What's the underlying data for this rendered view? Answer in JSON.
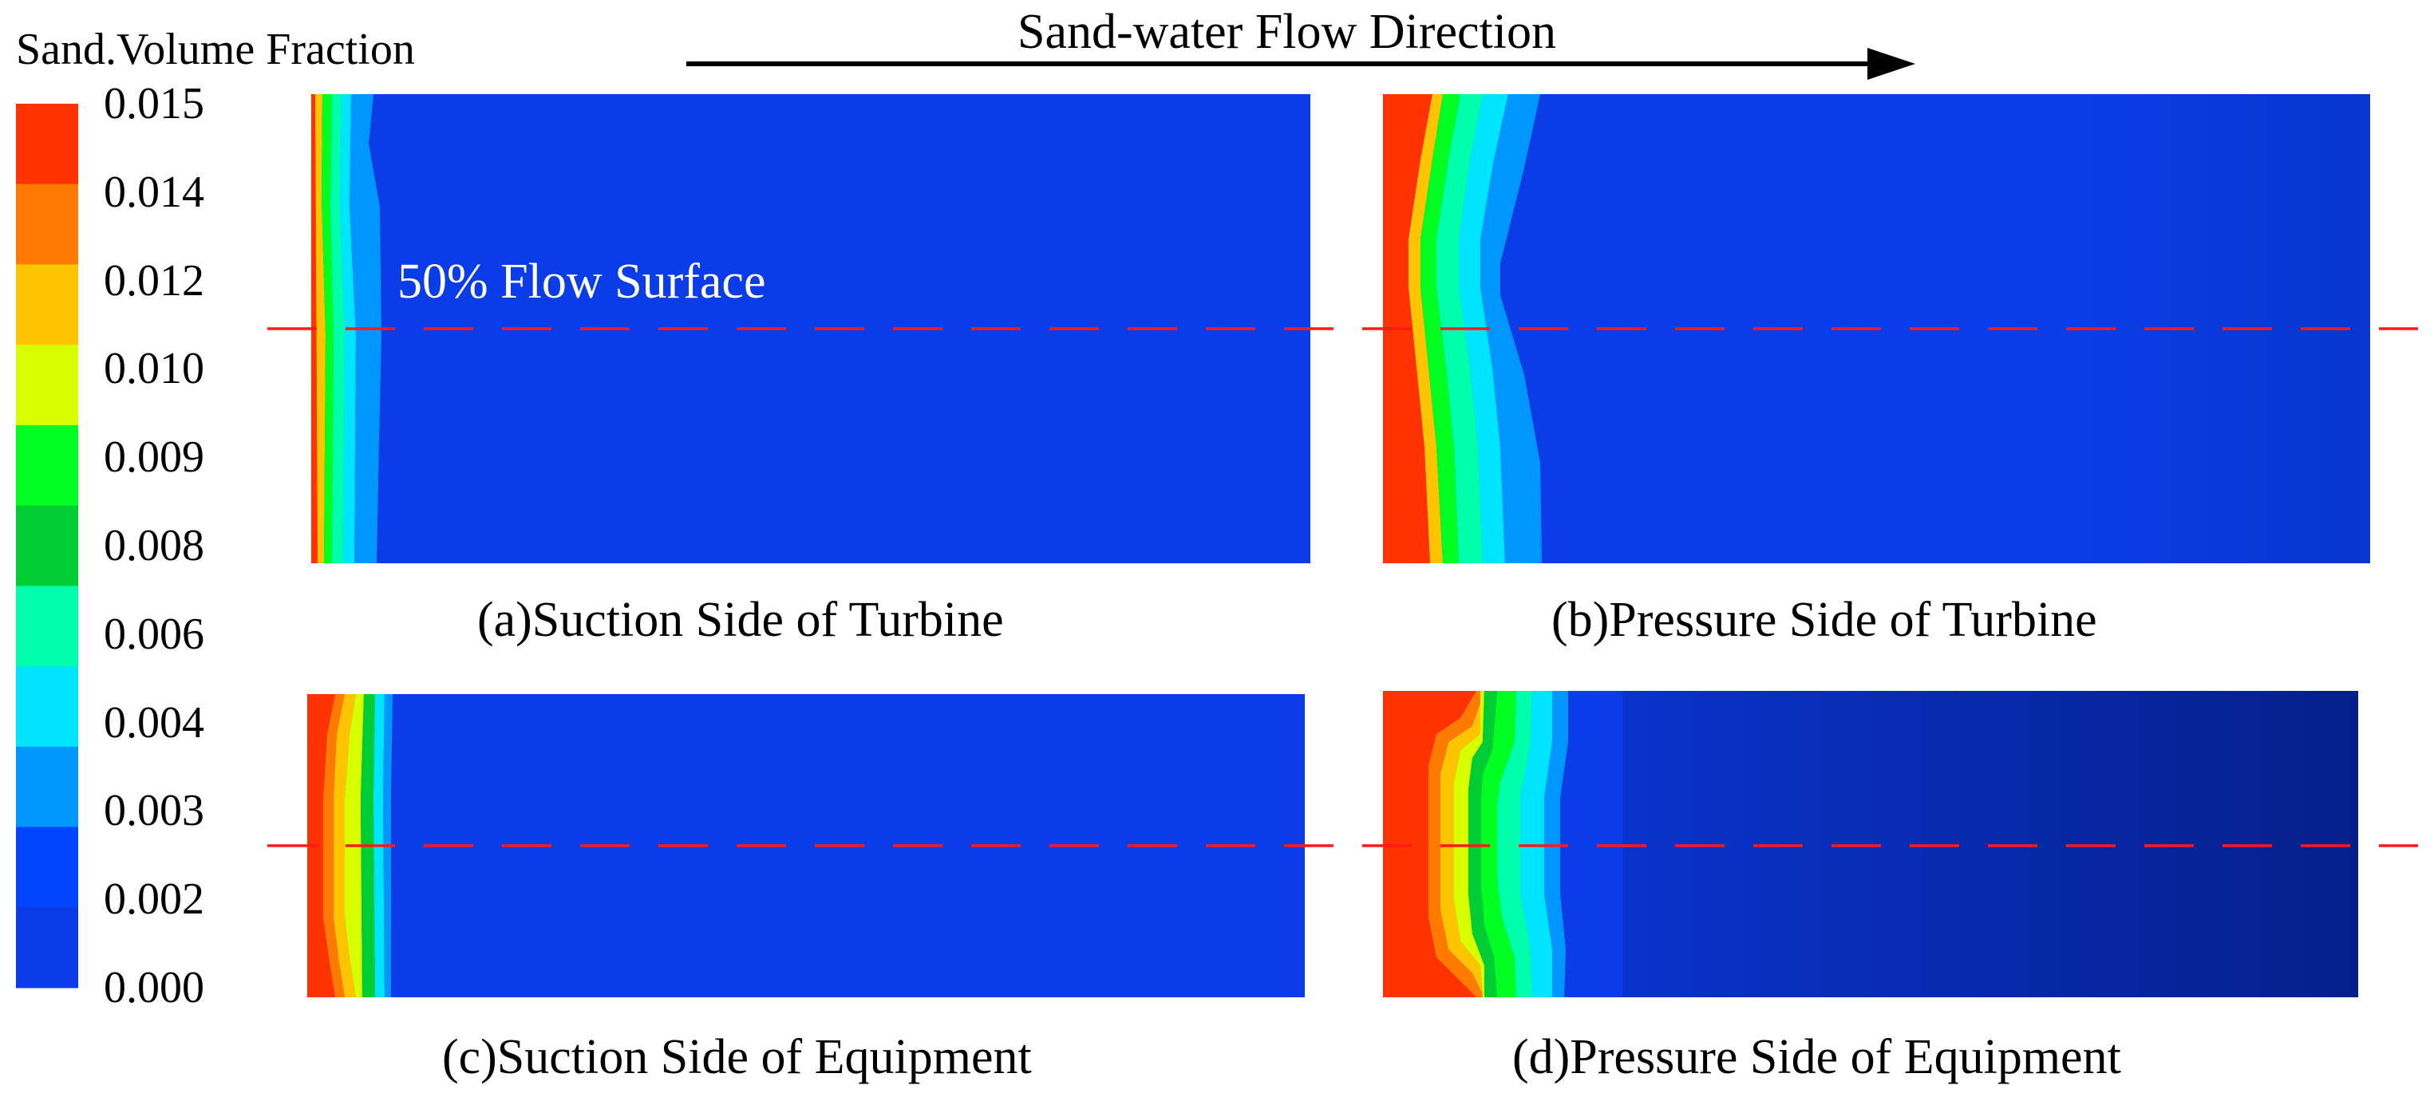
{
  "legend": {
    "title": "Sand.Volume Fraction",
    "ticks": [
      "0.015",
      "0.014",
      "0.012",
      "0.010",
      "0.009",
      "0.008",
      "0.006",
      "0.004",
      "0.003",
      "0.002",
      "0.000"
    ],
    "colors": [
      "#ff3300",
      "#ff7a00",
      "#ffc400",
      "#d8ff00",
      "#00ff20",
      "#00cc33",
      "#00ffaa",
      "#00e5ff",
      "#0096ff",
      "#0044ff",
      "#0a3de8"
    ]
  },
  "arrow": {
    "label": "Sand-water Flow Direction"
  },
  "surface_label": "50% Flow Surface",
  "panels": [
    {
      "caption": "(a)Suction Side of Turbine"
    },
    {
      "caption": "(b)Pressure Side of Turbine"
    },
    {
      "caption": "(c)Suction Side of Equipment"
    },
    {
      "caption": "(d)Pressure Side of Equipment"
    }
  ],
  "colors": {
    "background_blue": "#0a3de8",
    "dashed_line": "#ff1a1a"
  }
}
